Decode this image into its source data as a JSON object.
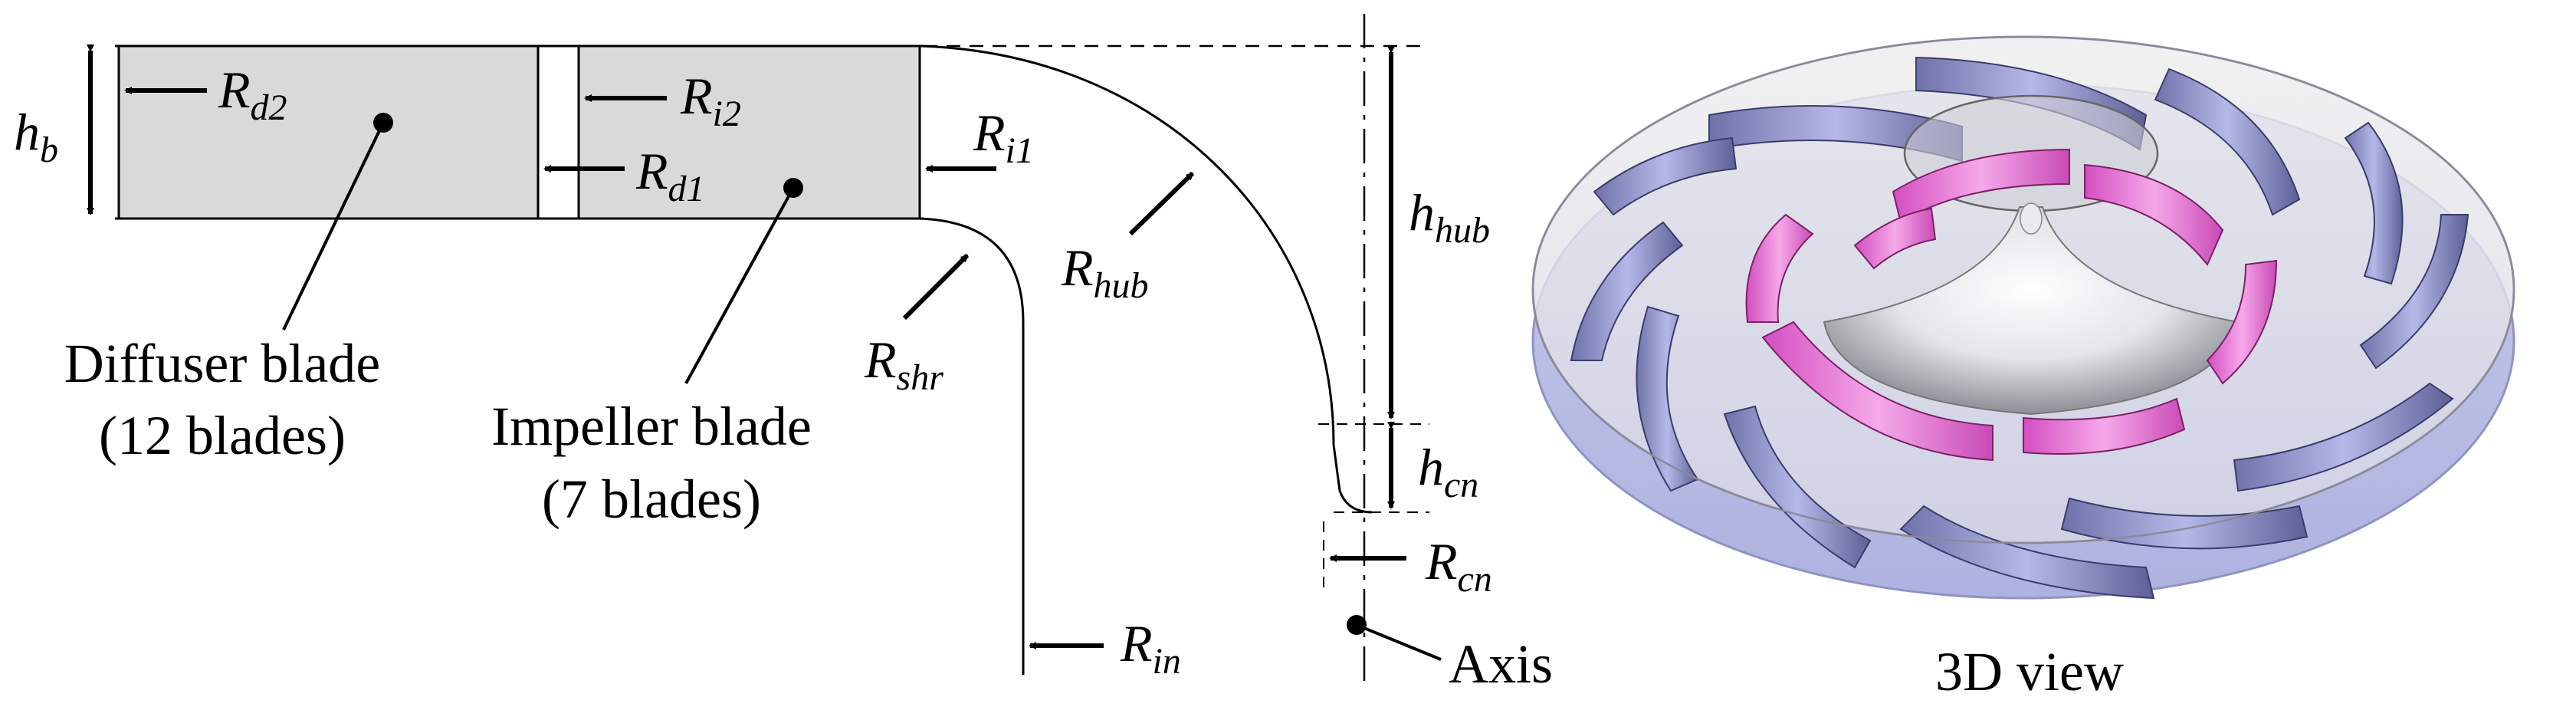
{
  "labels": {
    "hb": {
      "main": "h",
      "sub": "b"
    },
    "rd2": {
      "main": "R",
      "sub": "d2"
    },
    "ri2": {
      "main": "R",
      "sub": "i2"
    },
    "rd1": {
      "main": "R",
      "sub": "d1"
    },
    "ri1": {
      "main": "R",
      "sub": "i1"
    },
    "rhub": {
      "main": "R",
      "sub": "hub"
    },
    "rshr": {
      "main": "R",
      "sub": "shr"
    },
    "hhub": {
      "main": "h",
      "sub": "hub"
    },
    "hcn": {
      "main": "h",
      "sub": "cn"
    },
    "rcn": {
      "main": "R",
      "sub": "cn"
    },
    "rin": {
      "main": "R",
      "sub": "in"
    }
  },
  "captions": {
    "diffuser_line1": "Diffuser blade",
    "diffuser_line2": "(12 blades)",
    "impeller_line1": "Impeller blade",
    "impeller_line2": "(7 blades)",
    "axis": "Axis",
    "view3d": "3D view"
  },
  "colors": {
    "blade_region": "#d9d9d9",
    "impeller_blade": "#e58fd6",
    "diffuser_blade": "#9fa3d6",
    "disk": "#c9cbe8"
  }
}
